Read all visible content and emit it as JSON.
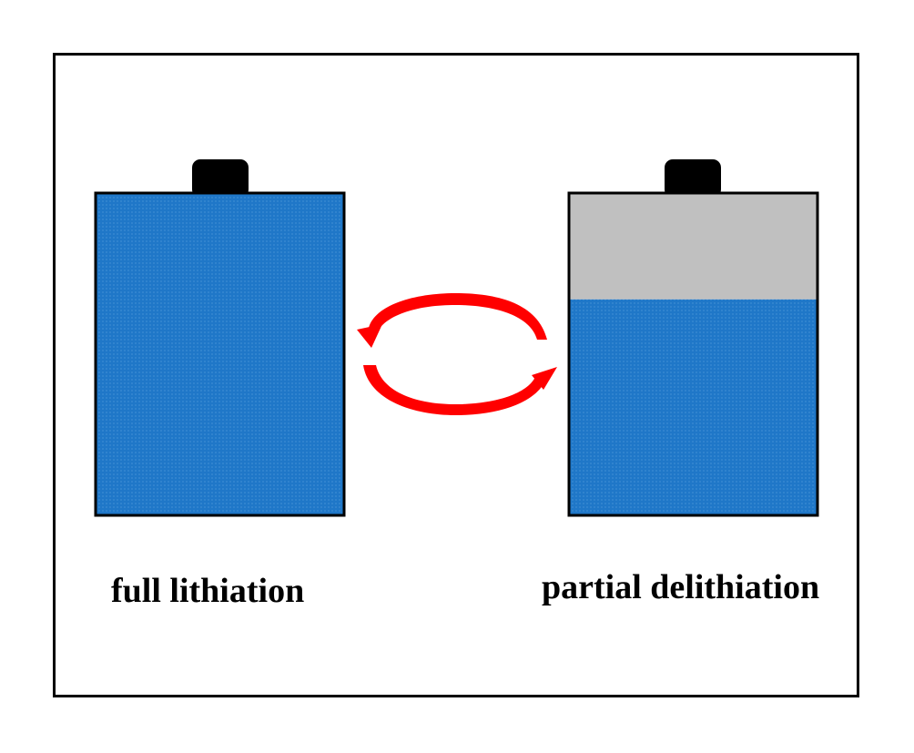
{
  "labels": {
    "left": "full lithiation",
    "right": "partial delithiation"
  },
  "colors": {
    "lithiated_fill": "#1f77c8",
    "delithiated_fill": "#c0c0c0",
    "cycle_arrow": "#ff0000",
    "outline": "#000000"
  },
  "right_battery_lithiated_fraction": 0.67,
  "icons": [
    "battery-icon",
    "cycle-arrows-icon"
  ]
}
